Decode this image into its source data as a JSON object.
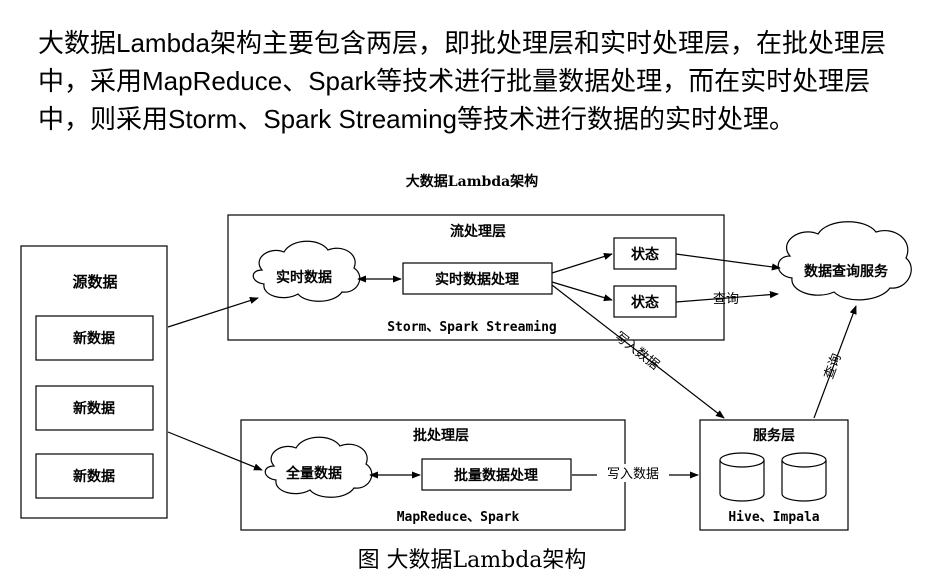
{
  "intro": "大数据Lambda架构主要包含两层，即批处理层和实时处理层，在批处理层中，采用MapReduce、Spark等技术进行批量数据处理，而在实时处理层中，则采用Storm、Spark Streaming等技术进行数据的实时处理。",
  "diagram": {
    "title": "大数据Lambda架构",
    "source": {
      "label": "源数据",
      "items": [
        "新数据",
        "新数据",
        "新数据"
      ]
    },
    "stream_layer": {
      "label": "流处理层",
      "cloud": "实时数据",
      "process": "实时数据处理",
      "state1": "状态",
      "state2": "状态",
      "tech": "Storm、Spark Streaming"
    },
    "batch_layer": {
      "label": "批处理层",
      "cloud": "全量数据",
      "process": "批量数据处理",
      "tech": "MapReduce、Spark"
    },
    "serving": {
      "label": "服务层",
      "tech": "Hive、Impala"
    },
    "query_service": "数据查询服务",
    "edges": {
      "query1": "查询",
      "query2": "查询",
      "write1": "写入数据",
      "write2": "写入数据"
    },
    "caption": "图 大数据Lambda架构"
  }
}
